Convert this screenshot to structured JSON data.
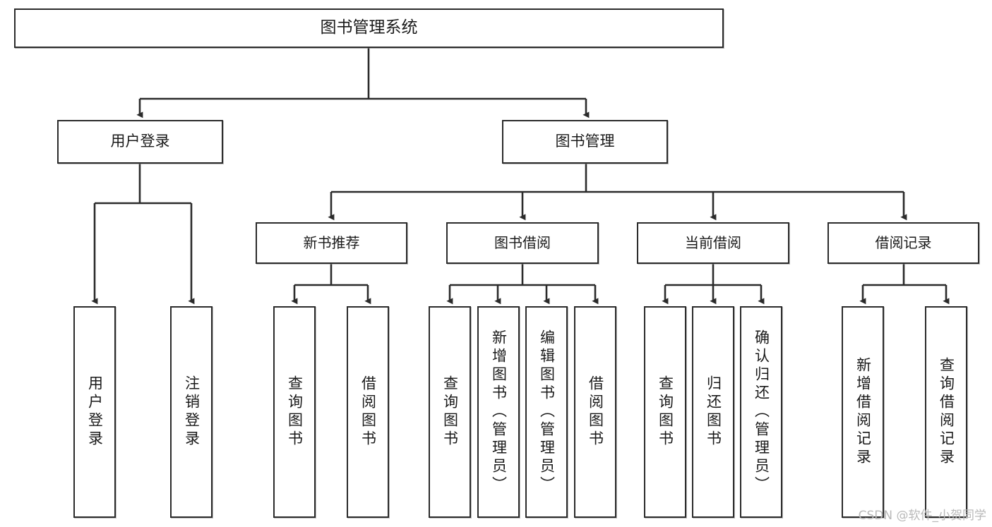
{
  "diagram": {
    "title": "图书管理系统",
    "root": {
      "label": "图书管理系统"
    },
    "level1": [
      {
        "label": "用户登录"
      },
      {
        "label": "图书管理"
      }
    ],
    "level2": [
      {
        "label": "新书推荐"
      },
      {
        "label": "图书借阅"
      },
      {
        "label": "当前借阅"
      },
      {
        "label": "借阅记录"
      }
    ],
    "leaves": [
      {
        "label": "用户登录",
        "parent": "用户登录"
      },
      {
        "label": "注销登录",
        "parent": "用户登录"
      },
      {
        "label": "查询图书",
        "parent": "新书推荐"
      },
      {
        "label": "借阅图书",
        "parent": "新书推荐"
      },
      {
        "label": "查询图书",
        "parent": "图书借阅"
      },
      {
        "label": "新增图书（管理员）",
        "parent": "图书借阅"
      },
      {
        "label": "编辑图书（管理员）",
        "parent": "图书借阅"
      },
      {
        "label": "借阅图书",
        "parent": "图书借阅"
      },
      {
        "label": "查询图书",
        "parent": "当前借阅"
      },
      {
        "label": "归还图书",
        "parent": "当前借阅"
      },
      {
        "label": "确认归还（管理员）",
        "parent": "当前借阅"
      },
      {
        "label": "新增借阅记录",
        "parent": "借阅记录"
      },
      {
        "label": "查询借阅记录",
        "parent": "借阅记录"
      }
    ],
    "watermark": "CSDN @软件_小贺同学",
    "colors": {
      "border": "#2b2b2b",
      "fill": "#ffffff",
      "text": "#1a1a1a",
      "watermark": "#b9b9b9"
    }
  }
}
